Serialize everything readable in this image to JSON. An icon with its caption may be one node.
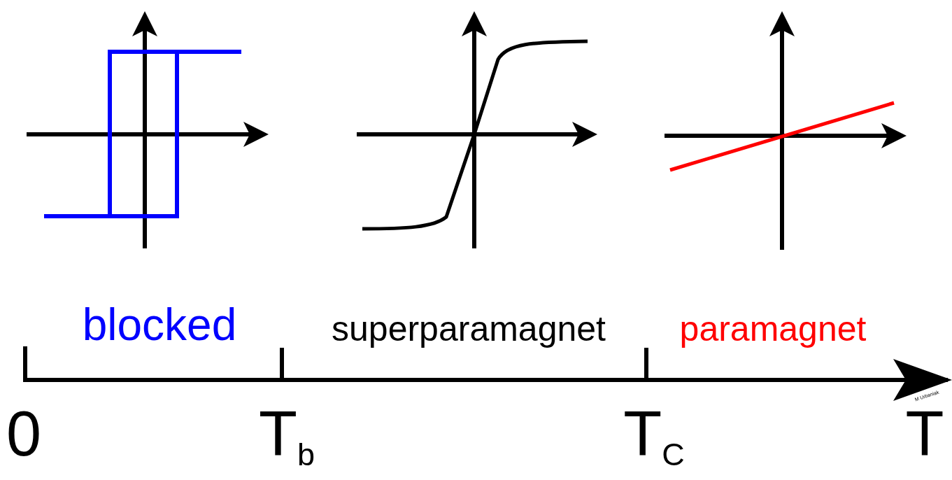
{
  "diagram": {
    "labels": [
      "blocked",
      "superparamagnet",
      "paramagnet",
      "0",
      "T$_{b}$",
      "T$_{C}$",
      "T",
      "M Urbaniak"
    ]
  }
}
